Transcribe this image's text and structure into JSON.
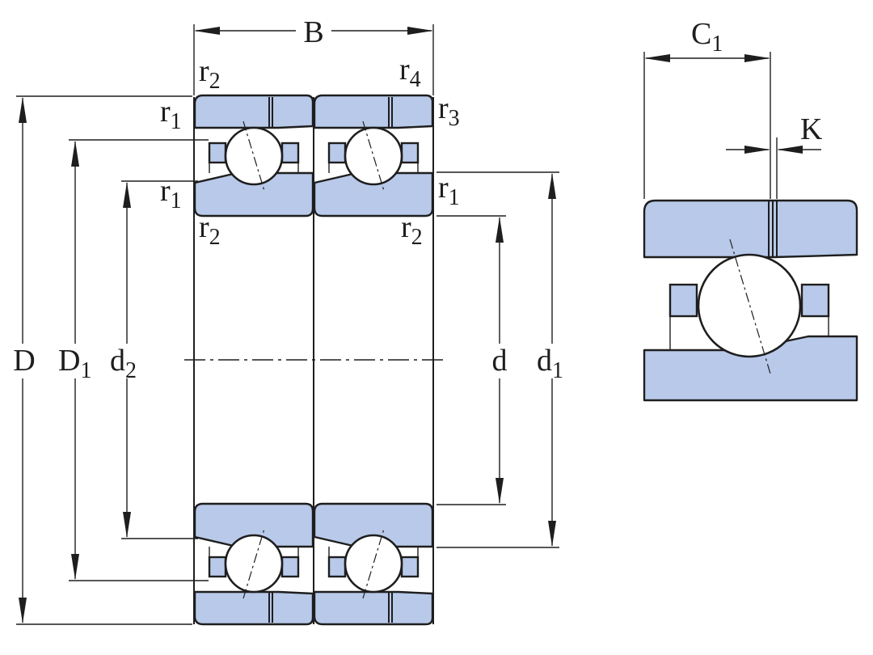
{
  "diagram": {
    "colors": {
      "ring_fill": "#b8c9e9",
      "line": "#1e1e1e",
      "background": "#ffffff"
    },
    "labels": {
      "B": {
        "main": "B",
        "sub": ""
      },
      "C1": {
        "main": "C",
        "sub": "1"
      },
      "K": {
        "main": "K",
        "sub": ""
      },
      "D": {
        "main": "D",
        "sub": ""
      },
      "D1": {
        "main": "D",
        "sub": "1"
      },
      "d2": {
        "main": "d",
        "sub": "2"
      },
      "d": {
        "main": "d",
        "sub": ""
      },
      "d1": {
        "main": "d",
        "sub": "1"
      },
      "r2_top_left": {
        "main": "r",
        "sub": "2"
      },
      "r4_top_right": {
        "main": "r",
        "sub": "4"
      },
      "r1_outer_left": {
        "main": "r",
        "sub": "1"
      },
      "r3_outer_right": {
        "main": "r",
        "sub": "3"
      },
      "r1_inner_left": {
        "main": "r",
        "sub": "1"
      },
      "r1_inner_right": {
        "main": "r",
        "sub": "1"
      },
      "r2_bore_left": {
        "main": "r",
        "sub": "2"
      },
      "r2_bore_right": {
        "main": "r",
        "sub": "2"
      }
    }
  }
}
